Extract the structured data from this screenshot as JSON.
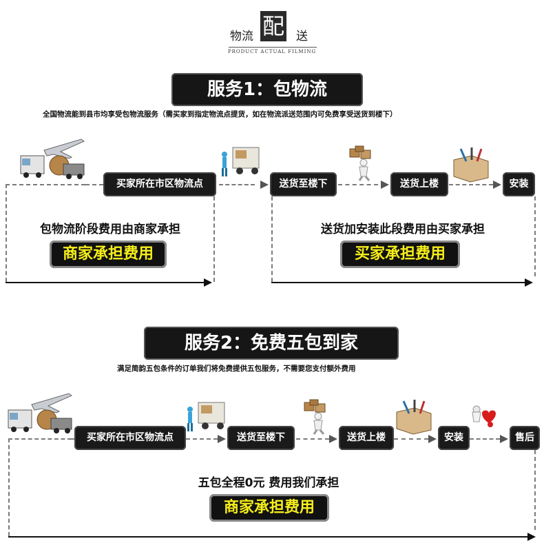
{
  "header": {
    "left_text": "物流",
    "emblem_char": "配",
    "right_text": "送",
    "subtitle": "PRODUCT ACTUAL FILMING"
  },
  "service1": {
    "title": "服务1：包物流",
    "description": "全国物流能到县市均享受包物流服务（需买家到指定物流点提货，如在物流派送范围内可免费享受送货到楼下）",
    "steps": [
      "买家所在市区物流点",
      "送货至楼下",
      "送货上楼",
      "安装"
    ],
    "left_note": "包物流阶段费用由商家承担",
    "left_cost": "商家承担费用",
    "right_note": "送货加安装此段费用由买家承担",
    "right_cost": "买家承担费用"
  },
  "service2": {
    "title": "服务2：免费五包到家",
    "description": "满足简韵五包条件的订单我们将免费提供五包服务，不需要您支付额外费用",
    "steps": [
      "买家所在市区物流点",
      "送货至楼下",
      "送货上楼",
      "安装",
      "售后"
    ],
    "note": "五包全程0元 费用我们承担",
    "cost": "商家承担费用"
  },
  "colors": {
    "box_bg": "#1a1a1a",
    "cost_text": "#f6ee1a",
    "dash": "#7a7a7a"
  },
  "icons": [
    "logistics-vehicles-icon",
    "delivery-truck-icon",
    "porter-carrying-icon",
    "toolbox-icon",
    "red-figures-icon"
  ]
}
